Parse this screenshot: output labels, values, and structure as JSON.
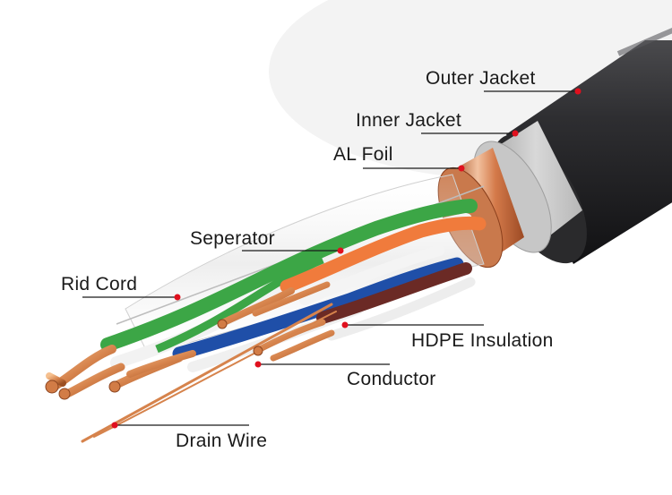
{
  "labels": {
    "outer_jacket": "Outer Jacket",
    "inner_jacket": "Inner Jacket",
    "al_foil": "AL Foil",
    "separator": "Seperator",
    "rid_cord": "Rid Cord",
    "hdpe_insulation": "HDPE Insulation",
    "conductor": "Conductor",
    "drain_wire": "Drain Wire"
  },
  "colors": {
    "outer_jacket": "#2b2b2d",
    "inner_jacket": "#bdbdbd",
    "al_foil": "#c8764c",
    "green_pair": "#3ca646",
    "blue_pair": "#1f4fa8",
    "orange_pair": "#f07b3c",
    "brown_pair": "#6b2a25",
    "copper": "#d98b56",
    "leader_line": "#1a1a1a",
    "marker_dot": "#e0101e"
  }
}
